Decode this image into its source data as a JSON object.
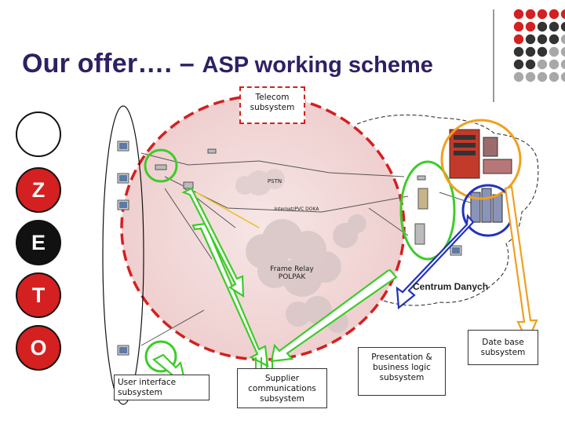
{
  "title": {
    "main": "Our offer…. – ",
    "sub": "ASP working scheme"
  },
  "letters": [
    "",
    "Z",
    "E",
    "T",
    "O"
  ],
  "labels": {
    "telecom": "Telecom subsystem",
    "user_interface": "User interface subsystem",
    "supplier": "Supplier communications subsystem",
    "presentation": "Presentation & business logic subsystem",
    "database": "Date base subsystem"
  },
  "network": {
    "frame_relay": "Frame Relay POLPAK",
    "centrum": "Centrum Danych",
    "pstn": "PSTN",
    "przepustowa": "Internet/PVC DOKA"
  },
  "colors": {
    "title": "#2f2063",
    "red": "#d42020",
    "green": "#3ccc2a",
    "blue": "#2233bb",
    "orange": "#f0a020",
    "cloud": "#f3dcdc",
    "dot_red": "#d42020",
    "dot_dark": "#333333",
    "dot_gray": "#a8a8a8"
  }
}
